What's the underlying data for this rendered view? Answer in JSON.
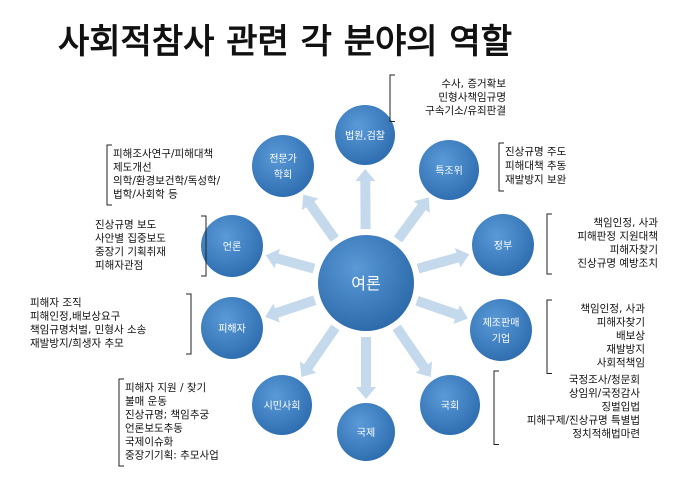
{
  "title": "사회적참사 관련 각 분야의 역할",
  "colors": {
    "bubble": "#3a7fc5",
    "bubble_dark": "#2a6aa8",
    "arrow": "#c5d9ec",
    "text": "#111111"
  },
  "center": {
    "label": "여론"
  },
  "nodes": [
    {
      "id": "law",
      "label": "법원,검찰",
      "lines": [
        "수사, 증거확보",
        "민형사책임규명",
        "구속기소/유죄판결"
      ]
    },
    {
      "id": "special",
      "label": "특조위",
      "lines": [
        "진상규명 주도",
        "피해대책 추동",
        "재발방지 보완"
      ]
    },
    {
      "id": "gov",
      "label": "정부",
      "lines": [
        "책임인정, 사과",
        "피해판정 지원대책",
        "피해자찾기",
        "진상규명 예방조치"
      ]
    },
    {
      "id": "maker",
      "label": "제조판매\n기업",
      "lines": [
        "책임인정, 사과",
        "피해자찾기",
        "배보상",
        "재발방지",
        "사회적책임"
      ]
    },
    {
      "id": "assembly",
      "label": "국회",
      "lines": [
        "국정조사/청문회",
        "상임위/국정감사",
        "징벌입법",
        "피해구제/진상규명 특별법",
        "정치적해법마련"
      ]
    },
    {
      "id": "intl",
      "label": "국제",
      "lines": []
    },
    {
      "id": "civil",
      "label": "시민사회",
      "lines": [
        "피해자 지원 / 찾기",
        "불매 운동",
        "진상규명; 책임추궁",
        "언론보도추동",
        "국제이슈화",
        "중장기기획: 추모사업"
      ]
    },
    {
      "id": "victim",
      "label": "피해자",
      "lines": [
        "피해자 조직",
        "피해인정,배보상요구",
        "책임규명처벌, 민형사 소송",
        "재발방지/희생자 추모"
      ]
    },
    {
      "id": "media",
      "label": "언론",
      "lines": [
        "진상규명 보도",
        "사안별 집중보도",
        "중장기 기획취재",
        "피해자관점"
      ]
    },
    {
      "id": "expert",
      "label": "전문가\n학회",
      "lines": [
        "피해조사연구/피해대책",
        "제도개선",
        "의학/환경보건학/독성학/",
        "법학/사회학 등"
      ]
    }
  ]
}
